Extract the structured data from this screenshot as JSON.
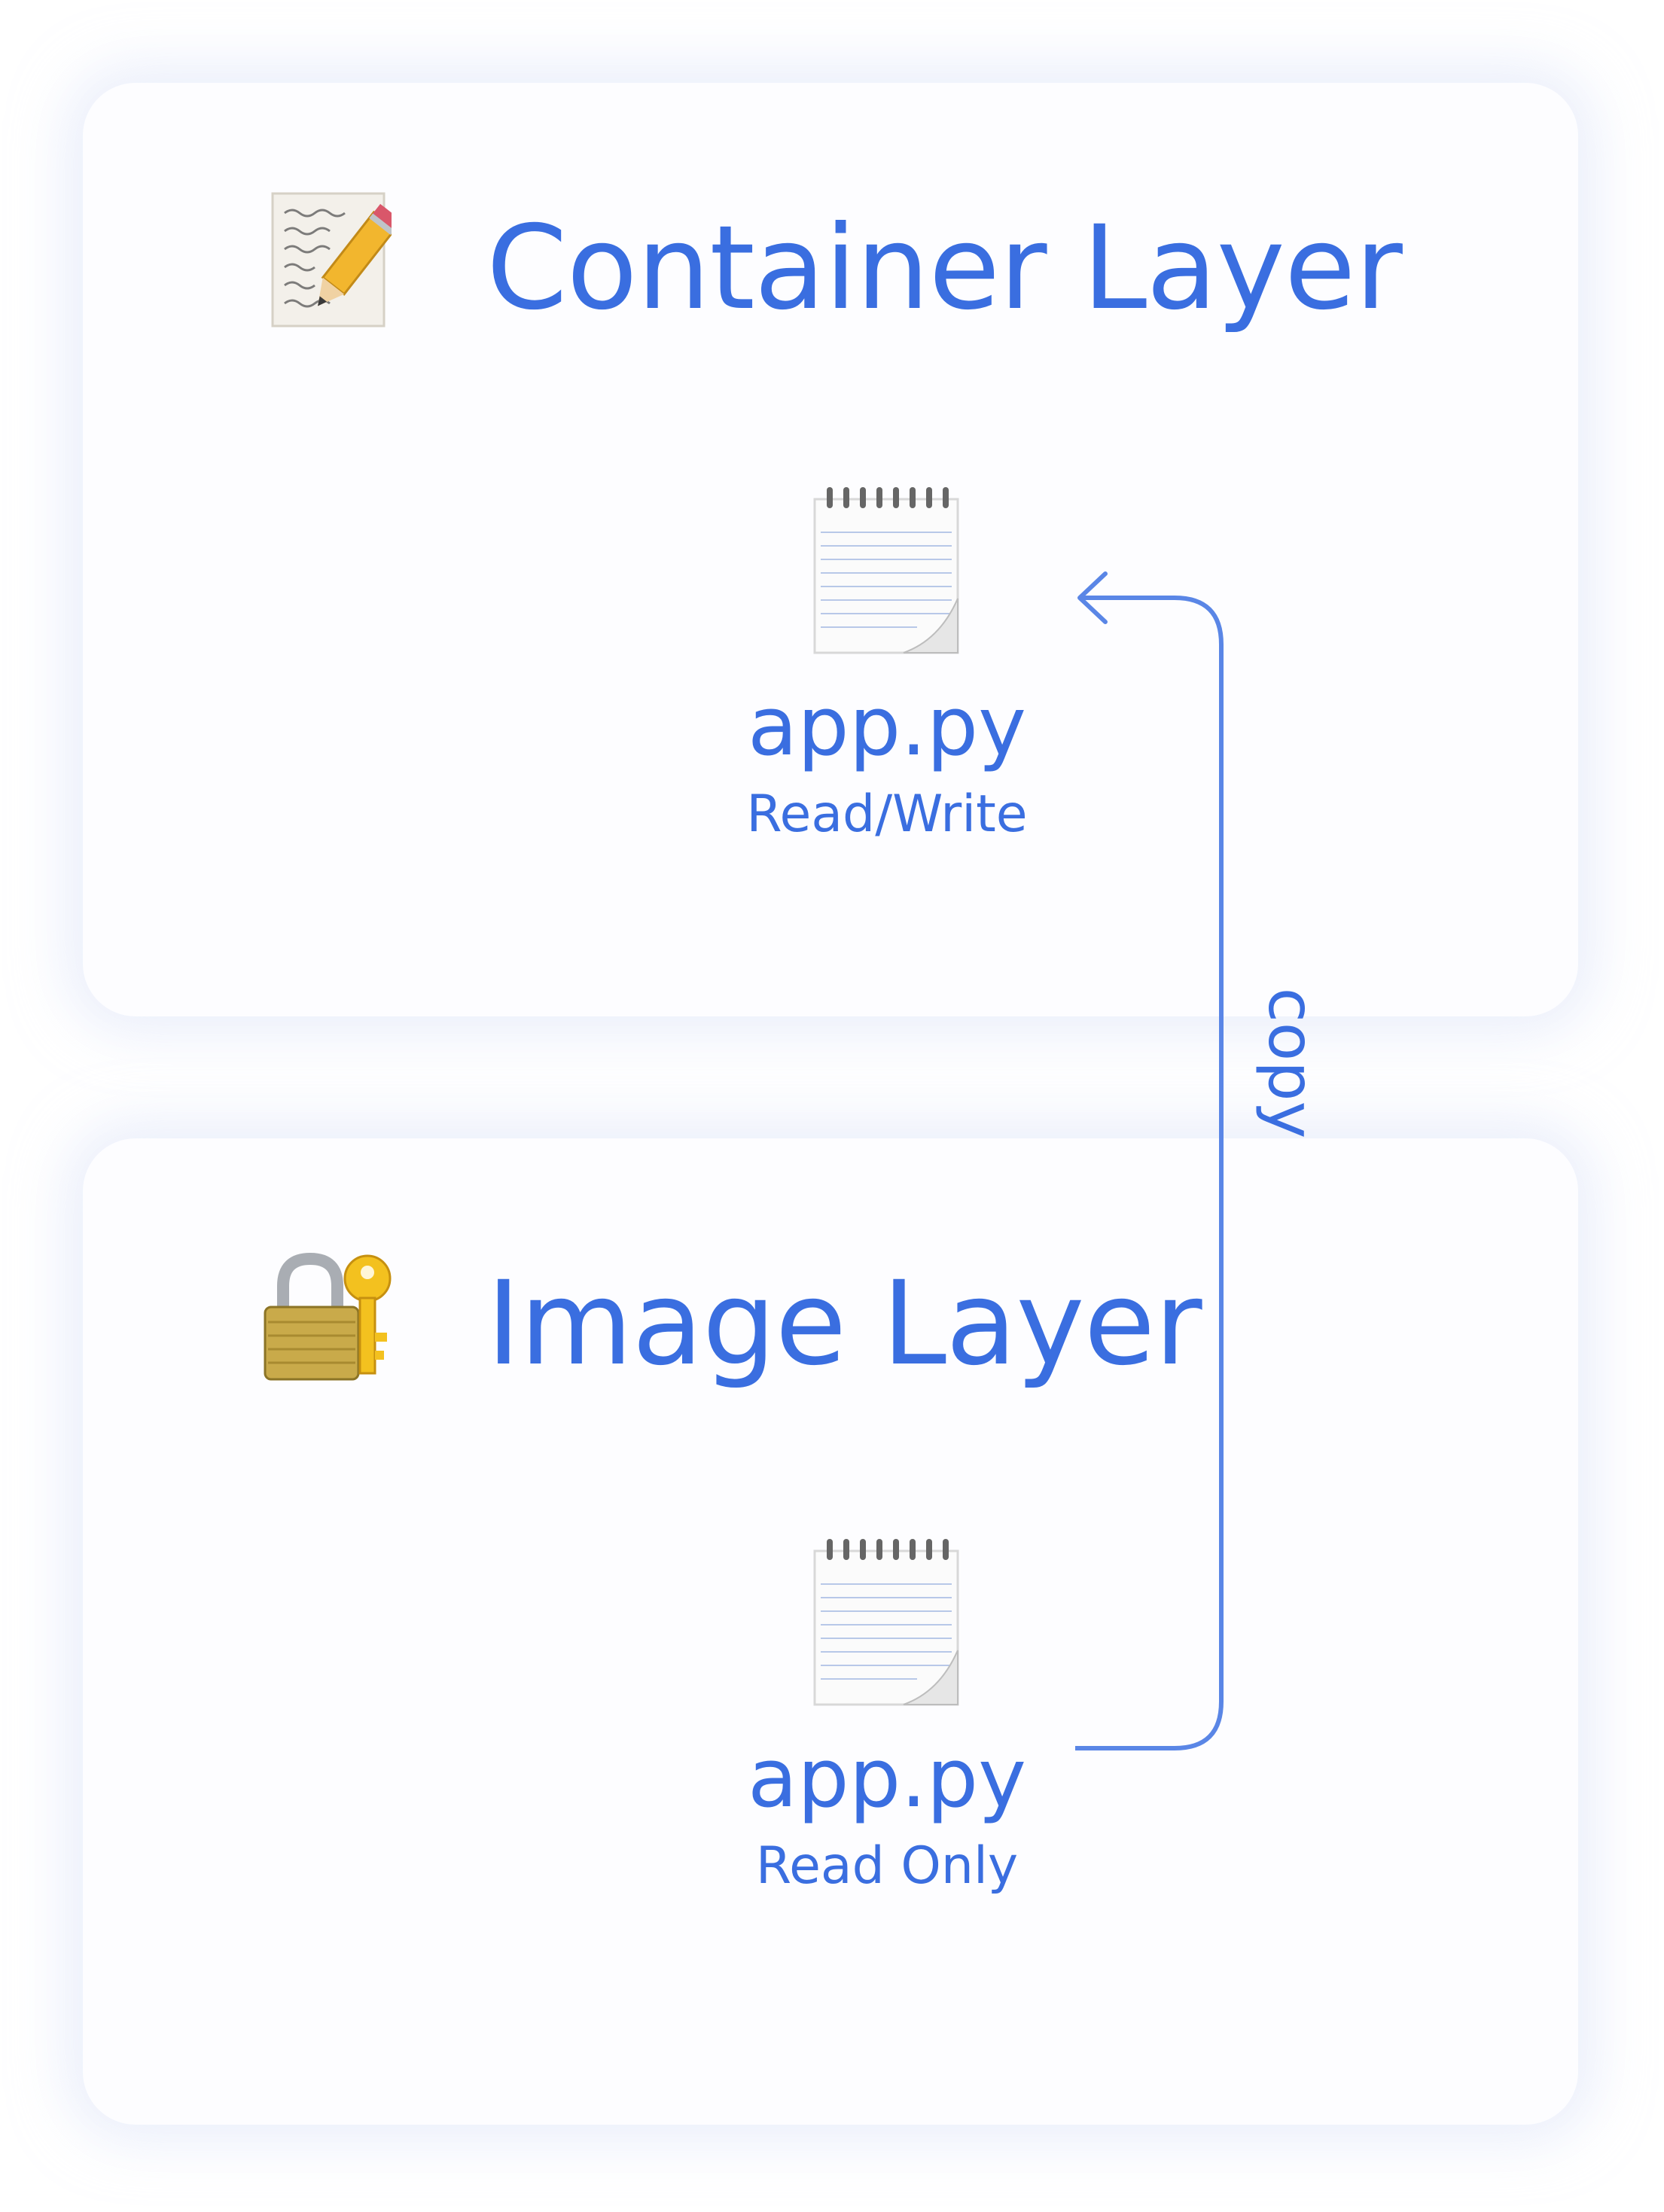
{
  "container_layer": {
    "title": "Container Layer",
    "icon": "memo-icon",
    "file": {
      "name": "app.py",
      "mode": "Read/Write",
      "icon": "spiral-notepad-icon"
    }
  },
  "image_layer": {
    "title": "Image Layer",
    "icon": "locked-with-key-icon",
    "file": {
      "name": "app.py",
      "mode": "Read Only",
      "icon": "spiral-notepad-icon"
    }
  },
  "arrow": {
    "label": "copy",
    "color": "#3a6ee0"
  }
}
